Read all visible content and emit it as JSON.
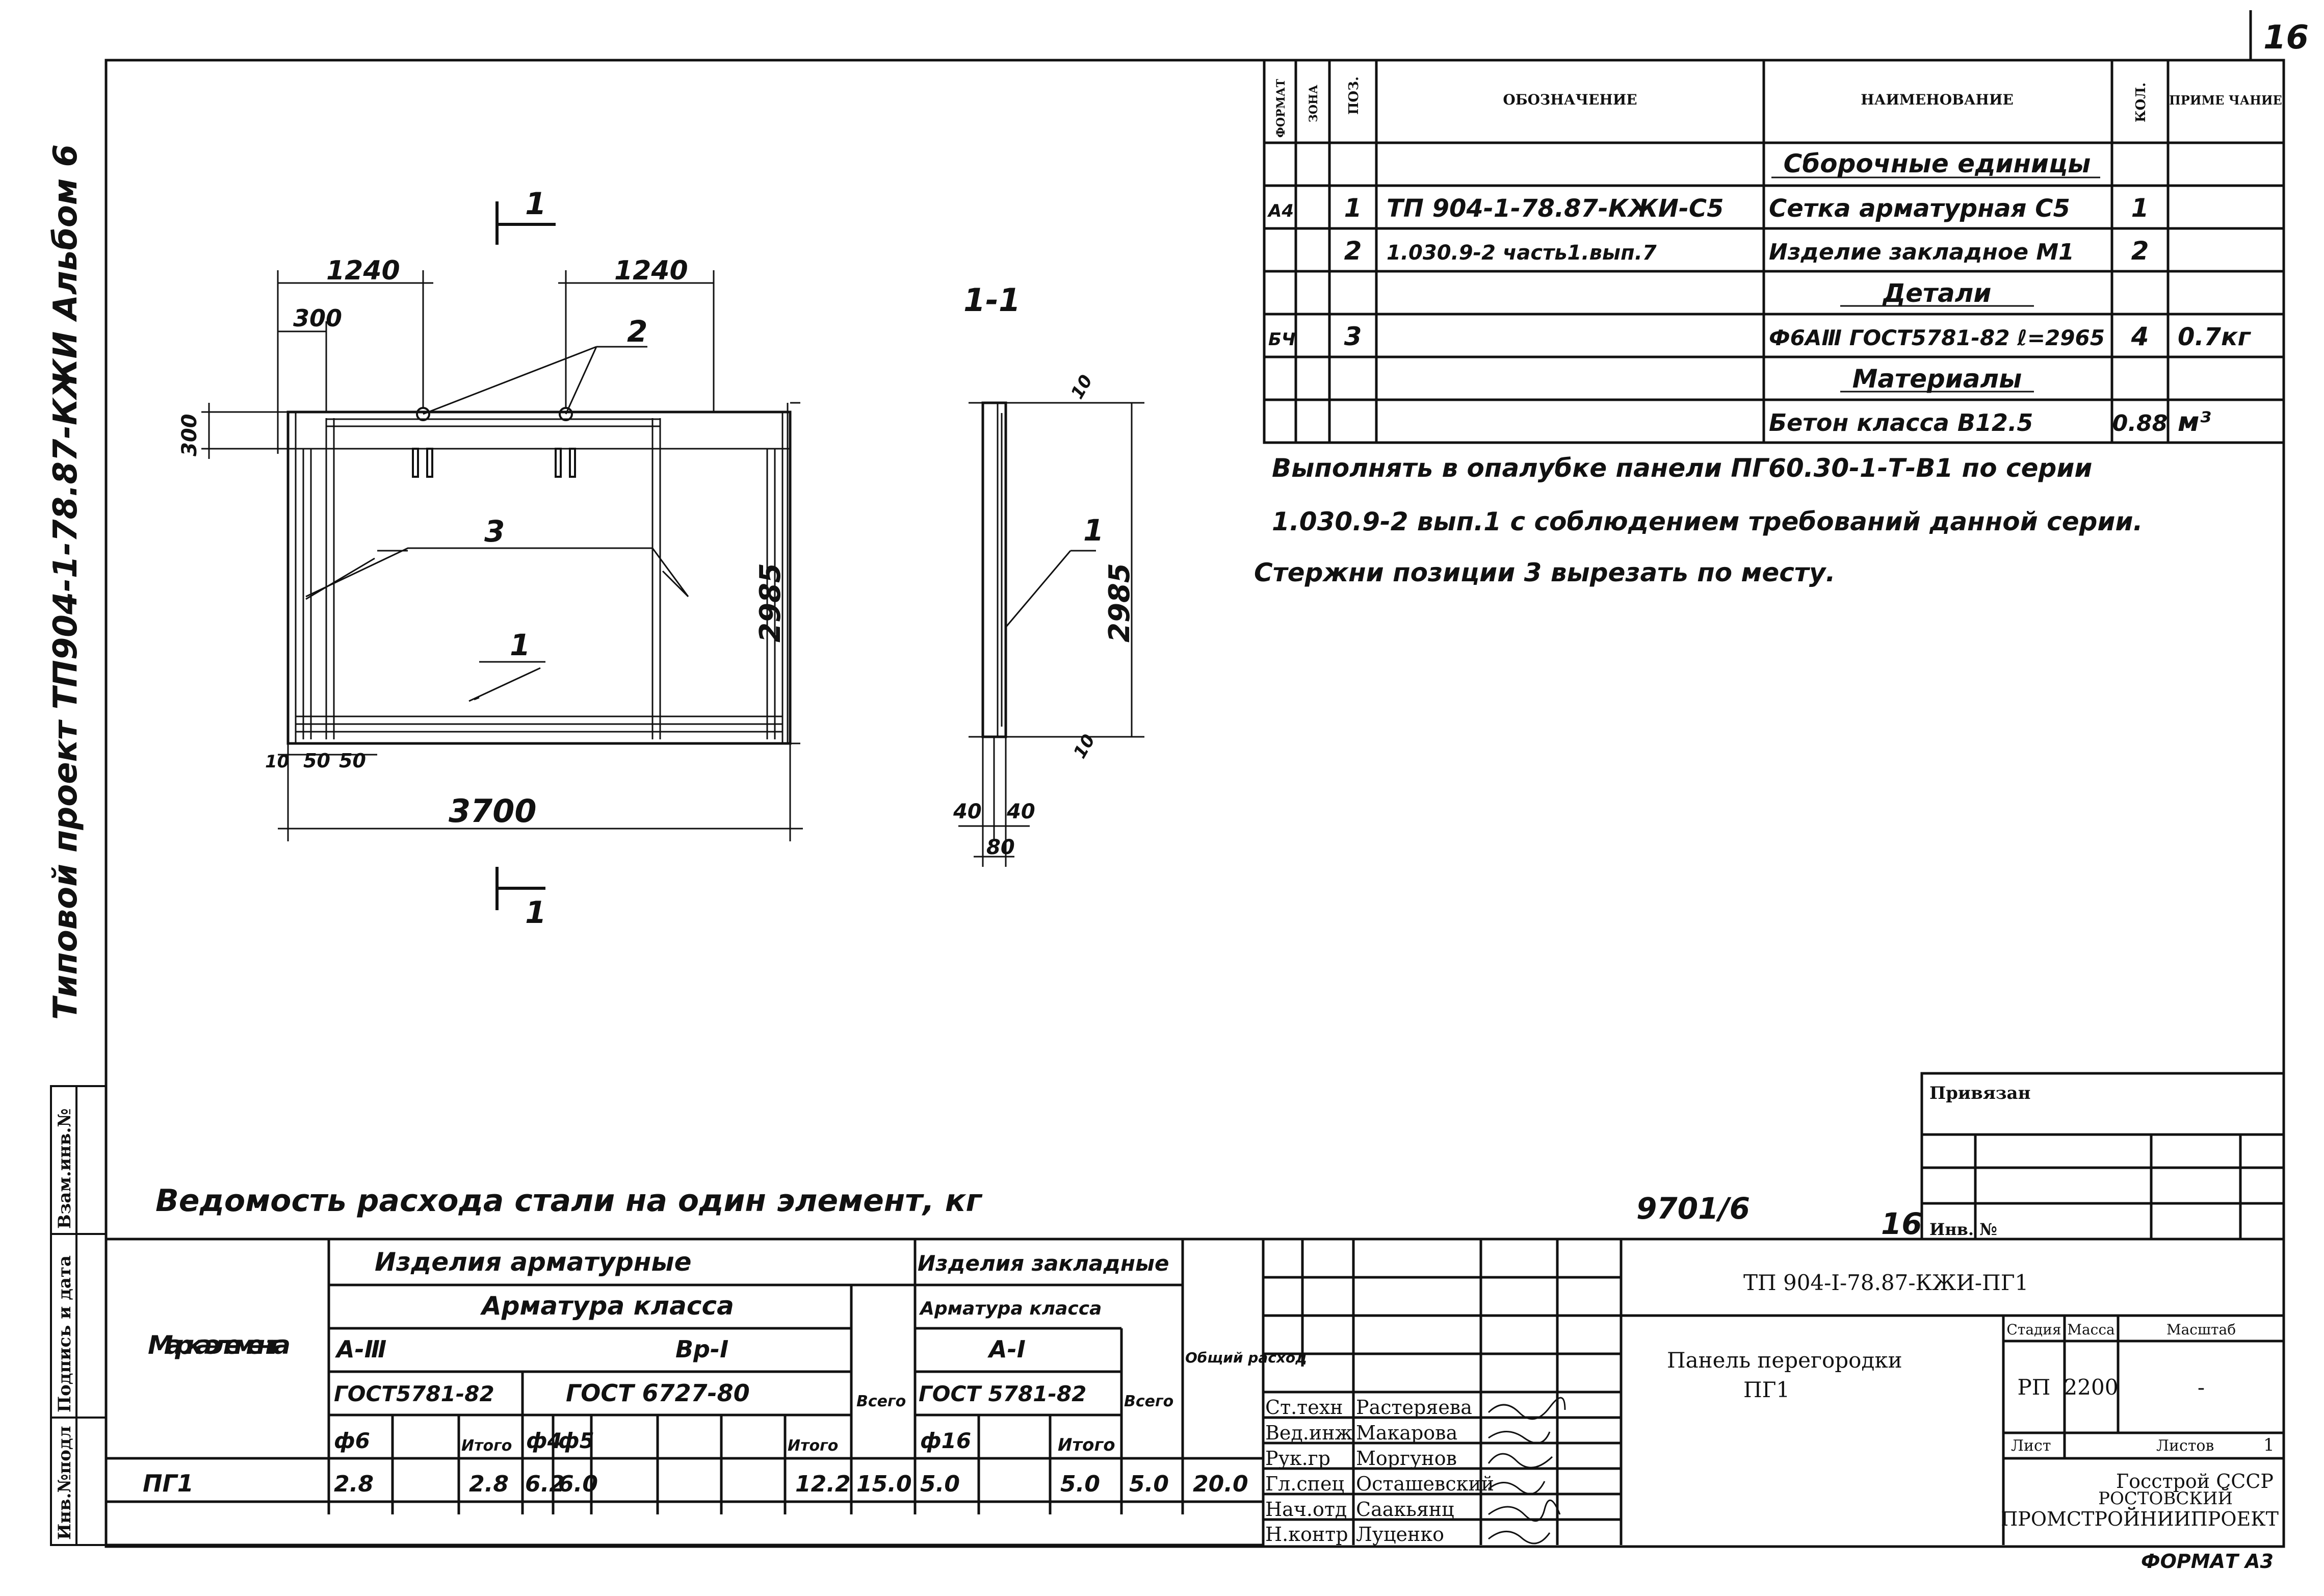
{
  "page_number": "16",
  "sidebar_caption": "Типовой проект ТП904-1-78.87-КЖИ Альбом 6",
  "stamp_labels": [
    "Инв.№подл",
    "Подпись и дата",
    "Взам.инв.№"
  ],
  "spec": {
    "headers": [
      "ФОРМАТ",
      "ЗОНА",
      "ПОЗ.",
      "ОБОЗНАЧЕНИЕ",
      "НАИМЕНОВАНИЕ",
      "КОЛ.",
      "ПРИМЕ ЧАНИЕ"
    ],
    "rows": [
      {
        "fmt": "",
        "pos": "",
        "code": "",
        "name": "Сборочные единицы",
        "qty": "",
        "note": ""
      },
      {
        "fmt": "А4",
        "pos": "1",
        "code": "ТП 904-1-78.87-КЖИ-С5",
        "name": "Сетка арматурная С5",
        "qty": "1",
        "note": ""
      },
      {
        "fmt": "",
        "pos": "2",
        "code": "1.030.9-2 часть1.вып.7",
        "name": "Изделие закладное М1",
        "qty": "2",
        "note": ""
      },
      {
        "fmt": "",
        "pos": "",
        "code": "",
        "name": "Детали",
        "qty": "",
        "note": ""
      },
      {
        "fmt": "БЧ",
        "pos": "3",
        "code": "",
        "name": "Ф6АⅢ ГОСТ5781-82 ℓ=2965",
        "qty": "4",
        "note": "0.7кг"
      },
      {
        "fmt": "",
        "pos": "",
        "code": "",
        "name": "Материалы",
        "qty": "",
        "note": ""
      },
      {
        "fmt": "",
        "pos": "",
        "code": "",
        "name": "Бетон класса В12.5",
        "qty": "0.88",
        "note": "м³"
      }
    ]
  },
  "notes": [
    "Выполнять в опалубке панели ПГ60.30-1-Т-В1 по серии",
    "1.030.9-2 вып.1 с соблюдением требований данной серии.",
    "Стержни позиции 3 вырезать по месту."
  ],
  "drawing": {
    "section_label": "1",
    "section_view_label": "1-1",
    "dims": {
      "d1240a": "1240",
      "d1240b": "1240",
      "d300a": "300",
      "d300b": "300",
      "d2985a": "2985",
      "d2985b": "2985",
      "d3700": "3700",
      "d10": "10",
      "d50a": "50",
      "d50b": "50",
      "d10b": "10",
      "d10c": "10",
      "d40a": "40",
      "d40b": "40",
      "d80": "80"
    },
    "callouts": {
      "c1a": "1",
      "c1b": "1",
      "c2": "2",
      "c3": "3"
    }
  },
  "steel": {
    "title": "Ведомость расхода стали на один элемент, кг",
    "mark_header": "Марка элемента",
    "group_rebar": "Изделия арматурные",
    "group_embedded": "Изделия закладные",
    "rebar_class": "Арматура класса",
    "rebar_class_emb": "Арматура класса",
    "class_a3": "А-Ⅲ",
    "class_bp1": "Вр-I",
    "class_a1": "А-I",
    "gost_a3": "ГОСТ5781-82",
    "gost_bp1": "ГОСТ 6727-80",
    "gost_a1": "ГОСТ 5781-82",
    "total_label": "Всего",
    "total_label2": "Всего",
    "overall_label": "Общий расход",
    "itogo": "Итого",
    "d6": "ф6",
    "d4": "ф4",
    "d5": "ф5",
    "d16": "ф16",
    "row": {
      "mark": "ПГ1",
      "a3_d6": "2.8",
      "a3_itogo": "2.8",
      "bp_d4": "6.2",
      "bp_d5": "6.0",
      "bp_itogo": "12.2",
      "rebar_total": "15.0",
      "emb_d16": "5.0",
      "emb_itogo": "5.0",
      "emb_total": "5.0",
      "overall": "20.0"
    }
  },
  "title_block": {
    "privyazan": "Привязан",
    "inv_no": "Инв. №",
    "sheet_ref": "9701/6",
    "sheet_ref_num": "16",
    "designation": "ТП 904-I-78.87-КЖИ-ПГ1",
    "name_line1": "Панель перегородки",
    "name_line2": "ПГ1",
    "stage_h": "Стадия",
    "mass_h": "Масса",
    "scale_h": "Масштаб",
    "stage": "РП",
    "mass": "2200",
    "scale": "-",
    "sheet_h": "Лист",
    "sheets_h": "Листов",
    "sheets": "1",
    "org1": "Госстрой СССР",
    "org2": "РОСТОВСКИЙ",
    "org3": "ПРОМСТРОЙНИИПРОЕКТ",
    "format": "ФОРМАТ А3",
    "signatures": [
      {
        "role": "Ст.техн",
        "name": "Растеряева"
      },
      {
        "role": "Вед.инж",
        "name": "Макарова"
      },
      {
        "role": "Рук.гр",
        "name": "Моргунов"
      },
      {
        "role": "Гл.спец",
        "name": "Осташевский"
      },
      {
        "role": "Нач.отд",
        "name": "Саакьянц"
      },
      {
        "role": "Н.контр",
        "name": "Луценко"
      }
    ]
  }
}
